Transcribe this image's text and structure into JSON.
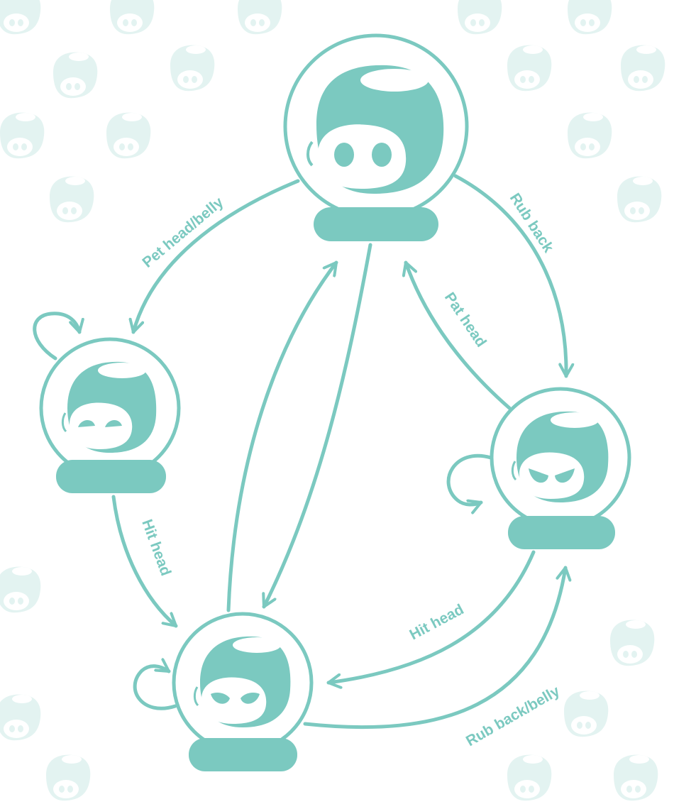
{
  "colors": {
    "accent": "#7bc9c0",
    "background_pattern": "#e3f3f1",
    "background": "#ffffff"
  },
  "states": [
    {
      "id": "neutral",
      "face": "round-eyes"
    },
    {
      "id": "content",
      "face": "closed-happy-eyes"
    },
    {
      "id": "angry",
      "face": "angry-eyes"
    },
    {
      "id": "sad",
      "face": "sad-droopy-eyes"
    }
  ],
  "edges": {
    "pet_head_belly": "Pet head/belly",
    "rub_back": "Rub back",
    "pat_head": "Pat head",
    "hit_head_left": "Hit head",
    "hit_head_right": "Hit head",
    "rub_back_belly": "Rub back/belly"
  }
}
